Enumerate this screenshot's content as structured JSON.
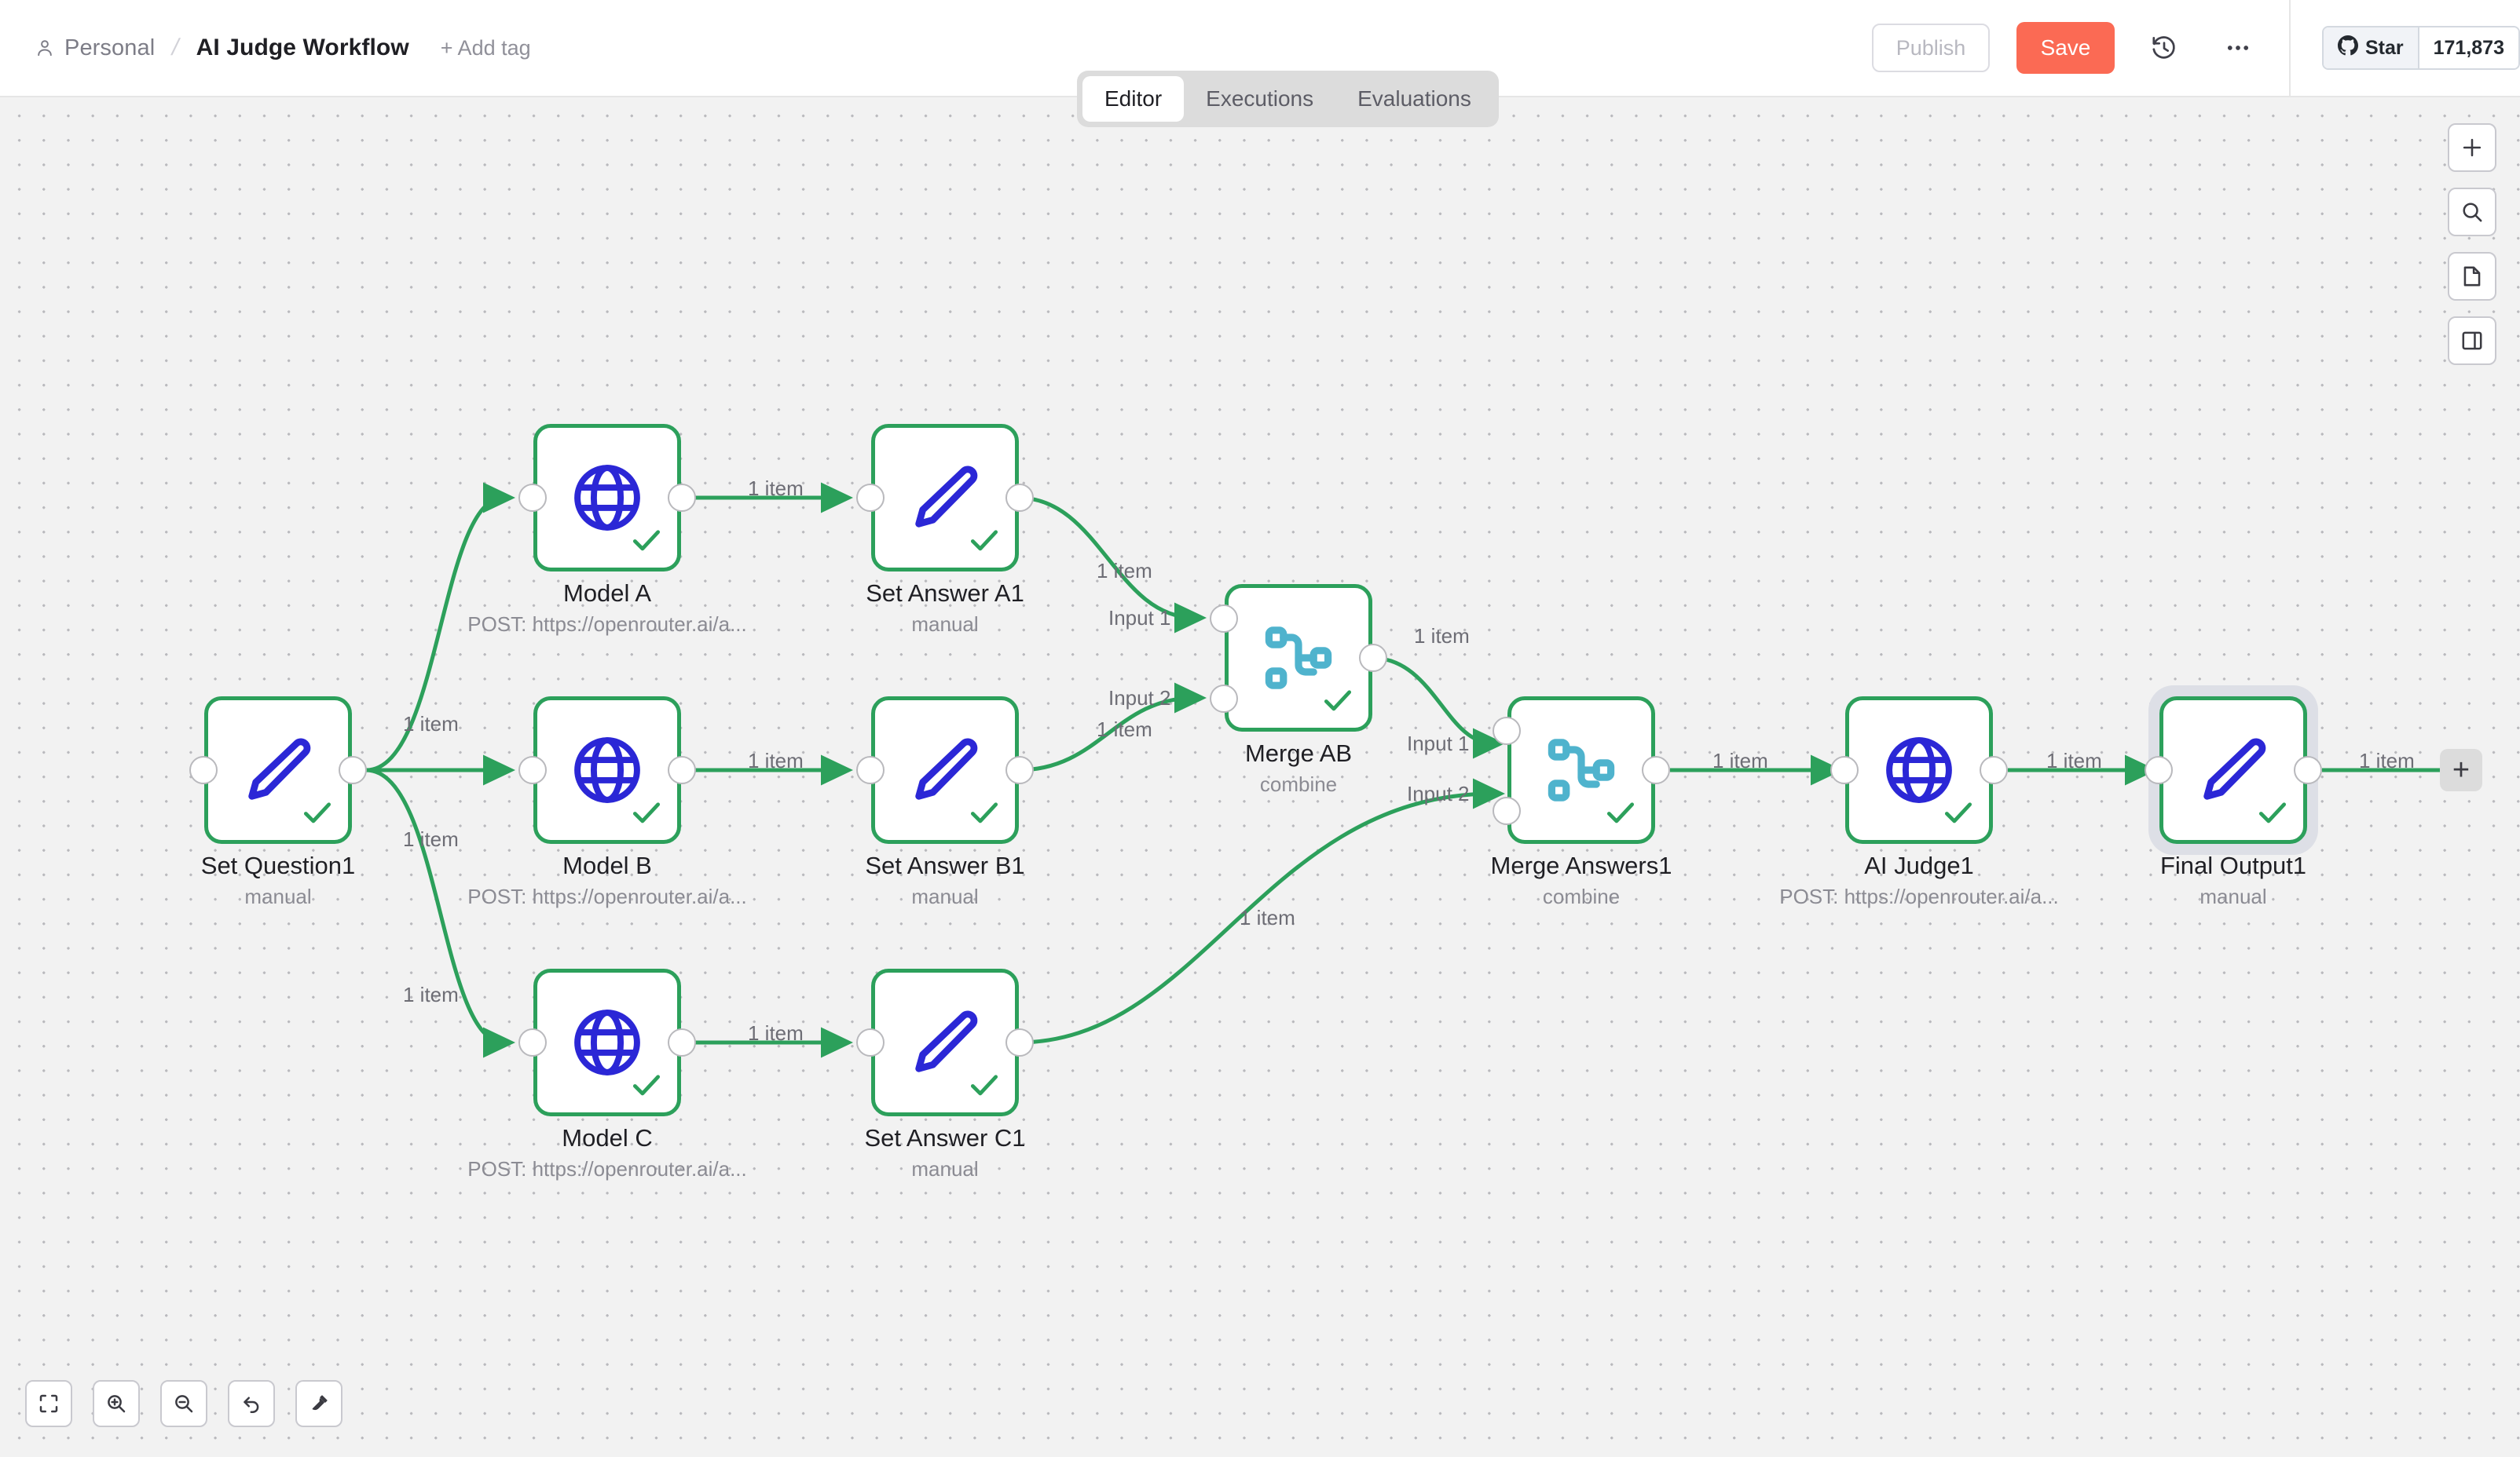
{
  "header": {
    "project": "Personal",
    "separator": "/",
    "workflow_title": "AI Judge Workflow",
    "add_tag": "+ Add tag",
    "publish_label": "Publish",
    "save_label": "Save",
    "history_icon": "history-clock-icon",
    "more_icon": "ellipsis-icon",
    "person_icon": "person-icon",
    "github": {
      "icon": "github-icon",
      "star_label": "Star",
      "star_count": "171,873"
    },
    "colors": {
      "save_bg": "#fb6a54",
      "publish_text": "#b8b8c0"
    }
  },
  "tabs": [
    {
      "label": "Editor",
      "active": true
    },
    {
      "label": "Executions",
      "active": false
    },
    {
      "label": "Evaluations",
      "active": false
    }
  ],
  "canvas": {
    "background": "#f2f2f2",
    "node_border": "#2ca05b",
    "edge_color": "#2ca05b",
    "selected_node": "Final Output1",
    "nodes": [
      {
        "id": "set-question1",
        "label": "Set Question1",
        "subtitle": "manual",
        "icon": "pencil-icon",
        "ports": "single"
      },
      {
        "id": "model-a",
        "label": "Model A",
        "subtitle": "POST: https://openrouter.ai/a...",
        "icon": "globe-icon",
        "ports": "single"
      },
      {
        "id": "model-b",
        "label": "Model B",
        "subtitle": "POST: https://openrouter.ai/a...",
        "icon": "globe-icon",
        "ports": "single"
      },
      {
        "id": "model-c",
        "label": "Model C",
        "subtitle": "POST: https://openrouter.ai/a...",
        "icon": "globe-icon",
        "ports": "single"
      },
      {
        "id": "set-answer-a1",
        "label": "Set Answer A1",
        "subtitle": "manual",
        "icon": "pencil-icon",
        "ports": "single"
      },
      {
        "id": "set-answer-b1",
        "label": "Set Answer B1",
        "subtitle": "manual",
        "icon": "pencil-icon",
        "ports": "single"
      },
      {
        "id": "set-answer-c1",
        "label": "Set Answer C1",
        "subtitle": "manual",
        "icon": "pencil-icon",
        "ports": "single"
      },
      {
        "id": "merge-ab",
        "label": "Merge AB",
        "subtitle": "combine",
        "icon": "merge-icon",
        "ports": "dual"
      },
      {
        "id": "merge-answers1",
        "label": "Merge Answers1",
        "subtitle": "combine",
        "icon": "merge-icon",
        "ports": "dual"
      },
      {
        "id": "ai-judge1",
        "label": "AI Judge1",
        "subtitle": "POST: https://openrouter.ai/a...",
        "icon": "globe-icon",
        "ports": "single"
      },
      {
        "id": "final-output1",
        "label": "Final Output1",
        "subtitle": "manual",
        "icon": "pencil-icon",
        "ports": "single"
      }
    ],
    "edge_labels": [
      "1 item",
      "1 item",
      "1 item",
      "1 item",
      "1 item",
      "1 item",
      "1 item",
      "1 item",
      "1 item",
      "1 item",
      "1 item",
      "1 item",
      "1 item"
    ],
    "input_labels": [
      "Input 1",
      "Input 2",
      "Input 1",
      "Input 2"
    ],
    "add_node_chip": "+"
  },
  "right_rail": [
    {
      "name": "add-node-button",
      "icon": "plus-icon"
    },
    {
      "name": "search-button",
      "icon": "search-icon"
    },
    {
      "name": "sticky-note-button",
      "icon": "note-page-icon"
    },
    {
      "name": "toggle-panel-button",
      "icon": "panel-split-icon"
    }
  ],
  "bottom_rail": [
    {
      "name": "zoom-to-fit-button",
      "icon": "fit-frame-icon"
    },
    {
      "name": "zoom-in-button",
      "icon": "zoom-in-icon"
    },
    {
      "name": "zoom-out-button",
      "icon": "zoom-out-icon"
    },
    {
      "name": "reset-zoom-button",
      "icon": "undo-arrow-icon"
    },
    {
      "name": "tidy-up-button",
      "icon": "broom-icon"
    }
  ]
}
